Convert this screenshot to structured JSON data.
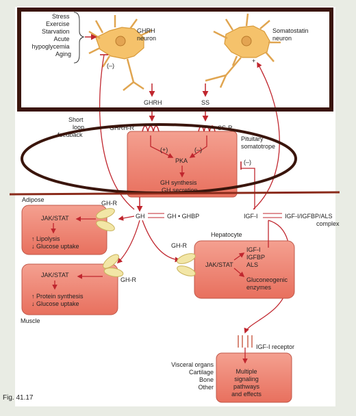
{
  "stress_factors": [
    "Stress",
    "Exercise",
    "Starvation",
    "Acute",
    "hypoglycemia",
    "Aging"
  ],
  "ghrh_neuron": "GHRH\nneuron",
  "somatostatin_neuron": "Somatostatin\nneuron",
  "inhibit_sign": "(–)",
  "plus_sign": "+",
  "ghrh_label": "GHRH",
  "ss_label": "SS",
  "short_loop": "Short\nloop\nfeedback",
  "ghrh_r": "GHRH-R",
  "ss_r": "SS-R",
  "pit_plus": "(+)",
  "pit_minus": "(–)",
  "pka": "PKA",
  "gh_synthesis": "GH synthesis",
  "gh_secretion": "GH secretion",
  "pituitary_label": "Pituitary\nsomatotrope",
  "feedback_minus": "(–)",
  "adipose": "Adipose",
  "gh_r_adipose": "GH-R",
  "jak_stat_adipose": "JAK/STAT",
  "lipolysis": "↑ Lipolysis",
  "glucose_uptake_adipose": "↓ Glucose uptake",
  "gh": "GH",
  "gh_ghbp": "GH • GHBP",
  "igf1": "IGF-I",
  "igf_complex": "IGF-I/IGFBP/ALS\ncomplex",
  "hepatocyte": "Hepatocyte",
  "gh_r_hep": "GH-R",
  "jak_stat_hep": "JAK/STAT",
  "hep_products": "IGF-I\nIGFBP\nALS",
  "gluconeogenic": "Gluconeogenic\nenzymes",
  "jak_stat_muscle": "JAK/STAT",
  "gh_r_muscle": "GH-R",
  "protein_synthesis": "↑ Protein synthesis",
  "glucose_uptake_muscle": "↓ Glucose uptake",
  "muscle": "Muscle",
  "igf_receptor": "IGF-I receptor",
  "target_organs": "Visceral organs\nCartilage\nBone\nOther",
  "multiple_signaling": "Multiple\nsignaling\npathways\nand effects",
  "fig_label": "Fig. 41.17",
  "colors": {
    "cell_fill": "#f08070",
    "arrow": "#c0262e",
    "overlay": "#3a150c",
    "panel": "#e9ece4",
    "receptor": "#f2e6a6"
  }
}
